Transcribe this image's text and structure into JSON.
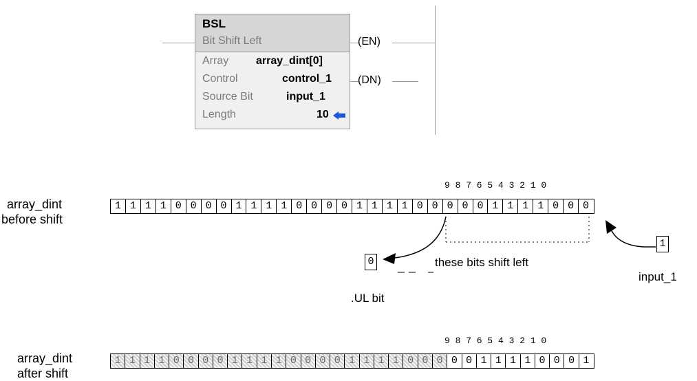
{
  "instruction": {
    "name": "BSL",
    "description": "Bit Shift Left",
    "operands": [
      {
        "label": "Array",
        "value": "array_dint[0]"
      },
      {
        "label": "Control",
        "value": "control_1"
      },
      {
        "label": "Source Bit",
        "value": "input_1"
      },
      {
        "label": "Length",
        "value": "10"
      }
    ],
    "outputs": [
      "EN",
      "DN"
    ]
  },
  "diagram": {
    "before_label_1": "array_dint",
    "before_label_2": "before shift",
    "after_label_1": "array_dint",
    "after_label_2": "after shift",
    "positions": "9 8 7 6 5 4 3 2 1 0",
    "before_bits": [
      "1",
      "1",
      "1",
      "1",
      "0",
      "0",
      "0",
      "0",
      "1",
      "1",
      "1",
      "1",
      "0",
      "0",
      "0",
      "0",
      "1",
      "1",
      "1",
      "1",
      "0",
      "0",
      "0",
      "0",
      "0",
      "1",
      "1",
      "1",
      "1",
      "0",
      "0",
      "0"
    ],
    "after_bits": [
      "1",
      "1",
      "1",
      "1",
      "0",
      "0",
      "0",
      "0",
      "1",
      "1",
      "1",
      "1",
      "0",
      "0",
      "0",
      "0",
      "1",
      "1",
      "1",
      "1",
      "0",
      "0",
      "0",
      "0",
      "0",
      "1",
      "1",
      "1",
      "1",
      "0",
      "0",
      "0",
      "1"
    ],
    "ul_bit_value": "0",
    "ul_label": ".UL bit",
    "shift_note": "these bits shift left",
    "input_value": "1",
    "input_label": "input_1"
  }
}
